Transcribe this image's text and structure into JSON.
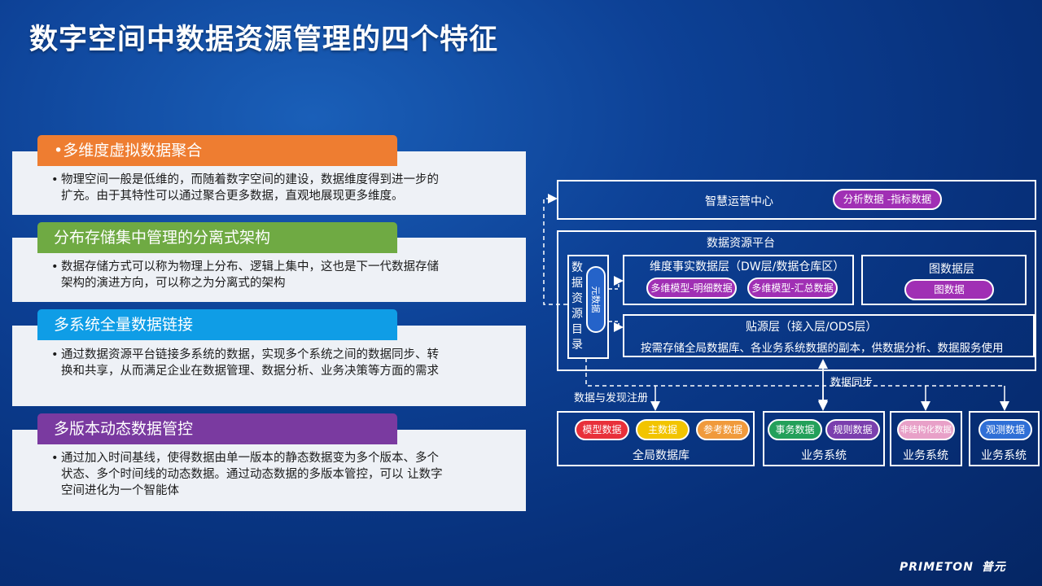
{
  "title": "数字空间中数据资源管理的四个特征",
  "features": [
    {
      "heading": "•多维度虚拟数据聚合",
      "color": "#ee7d31",
      "lines": [
        "物理空间一般是低维的，而随着数字空间的建设，数据维度得到进一步的",
        "扩充。由于其特性可以通过聚合更多数据，直观地展现更多维度。"
      ]
    },
    {
      "heading": "分布存储集中管理的分离式架构",
      "color": "#6faa43",
      "lines": [
        "数据存储方式可以称为物理上分布、逻辑上集中，这也是下一代数据存储",
        "架构的演进方向，可以称之为分离式的架构"
      ]
    },
    {
      "heading": "多系统全量数据链接",
      "color": "#0f9de6",
      "lines": [
        "通过数据资源平台链接多系统的数据，实现多个系统之间的数据同步、转",
        "换和共享，从而满足企业在数据管理、数据分析、业务决策等方面的需求"
      ]
    },
    {
      "heading": "多版本动态数据管控",
      "color": "#7a3aa0",
      "lines": [
        "通过加入时间基线，使得数据由单一版本的静态数据变为多个版本、多个",
        "状态、多个时间线的动态数据。通过动态数据的多版本管控，可以 让数字",
        "空间进化为一个智能体"
      ]
    }
  ],
  "bullet": "•",
  "diagram": {
    "ops_center": "智慧运营中心",
    "ops_pill": "分析数据 -指标数据",
    "platform": "数据资源平台",
    "catalog": "数据资源目录",
    "metadata": "元数据",
    "dw_layer": "维度事实数据层（DW层/数据仓库区）",
    "dw_pill_1": "多维模型-明细数据",
    "dw_pill_2": "多维模型-汇总数据",
    "graph_layer": "图数据层",
    "graph_pill": "图数据",
    "ods_layer": "贴源层（接入层/ODS层）",
    "ods_desc": "按需存储全局数据库、各业务系统数据的副本，供数据分析、数据服务使用",
    "sync": "数据同步",
    "register": "数据与发现注册",
    "global_db": "全局数据库",
    "global_pills": [
      "模型数据",
      "主数据",
      "参考数据"
    ],
    "sys1_pills": [
      "事务数据",
      "规则数据"
    ],
    "sys2_pill": "非结构化数据",
    "sys3_pill": "观测数据",
    "biz_system": "业务系统"
  },
  "logo": {
    "brand": "PRIMETON",
    "cn": "普元"
  },
  "colors": {
    "red": "#e8303a",
    "yellow": "#f2c400",
    "orange": "#f09a3c",
    "green": "#23a05a",
    "purple": "#7b3fae",
    "magenta": "#a02fb4",
    "pink": "#e8a0c8",
    "blue": "#2f6fd6"
  }
}
